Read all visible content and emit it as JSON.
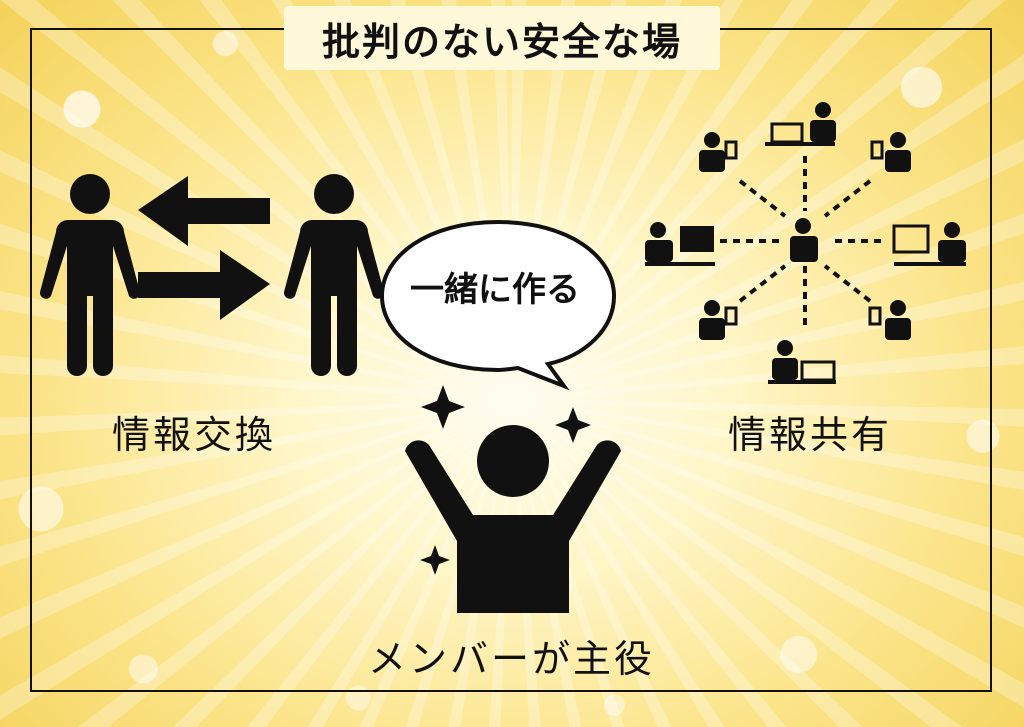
{
  "title": "批判のない安全な場",
  "speech_bubble": "一緒に作る",
  "labels": {
    "exchange": "情報交換",
    "share": "情報共有",
    "member": "メンバーが主役"
  },
  "colors": {
    "ink": "#111111",
    "background": "#fbe489",
    "bubble_fill": "#ffffff"
  },
  "icons": {
    "exchange": "two-people-exchange-arrows-icon",
    "share": "network-people-computers-icon",
    "member": "person-raising-arms-sparkles-icon"
  }
}
